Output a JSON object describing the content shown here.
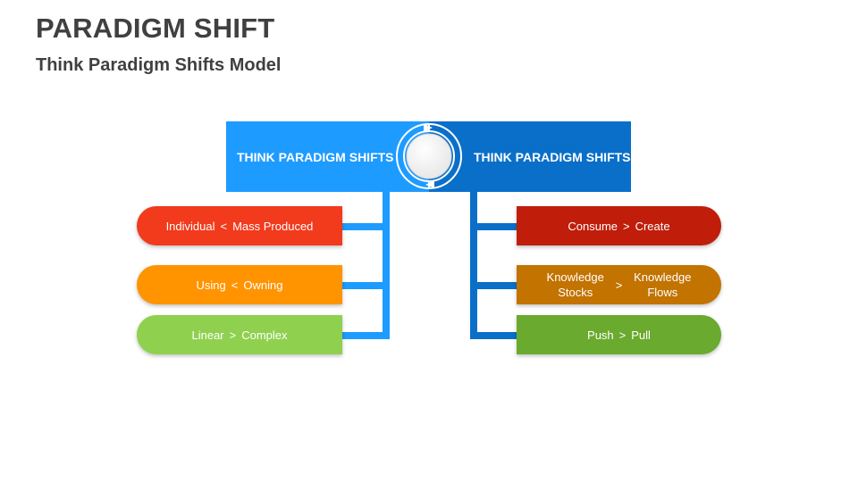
{
  "title": "PARADIGM SHIFT",
  "subtitle": "Think Paradigm Shifts Model",
  "header": {
    "left": "THINK PARADIGM SHIFTS",
    "right": "THINK PARADIGM SHIFTS"
  },
  "left_items": [
    {
      "a": "Individual",
      "op": "<",
      "b": "Mass Produced",
      "color": "#f23a1c"
    },
    {
      "a": "Using",
      "op": "<",
      "b": "Owning",
      "color": "#ff9400"
    },
    {
      "a": "Linear",
      "op": ">",
      "b": "Complex",
      "color": "#8fd14f"
    }
  ],
  "right_items": [
    {
      "a": "Consume",
      "op": ">",
      "b": "Create",
      "color": "#c01e0a"
    },
    {
      "a": "Knowledge Stocks",
      "a1": "Knowledge",
      "a2": "Stocks",
      "op": ">",
      "b": "Knowledge Flows",
      "b1": "Knowledge",
      "b2": "Flows",
      "color": "#c27300"
    },
    {
      "a": "Push",
      "op": ">",
      "b": "Pull",
      "color": "#6aaa2e"
    }
  ],
  "colors": {
    "left_header": "#1e9bff",
    "right_header": "#0a6fc9",
    "title_text": "#404040"
  },
  "icons": {
    "center": "cycle-ring-icon"
  }
}
